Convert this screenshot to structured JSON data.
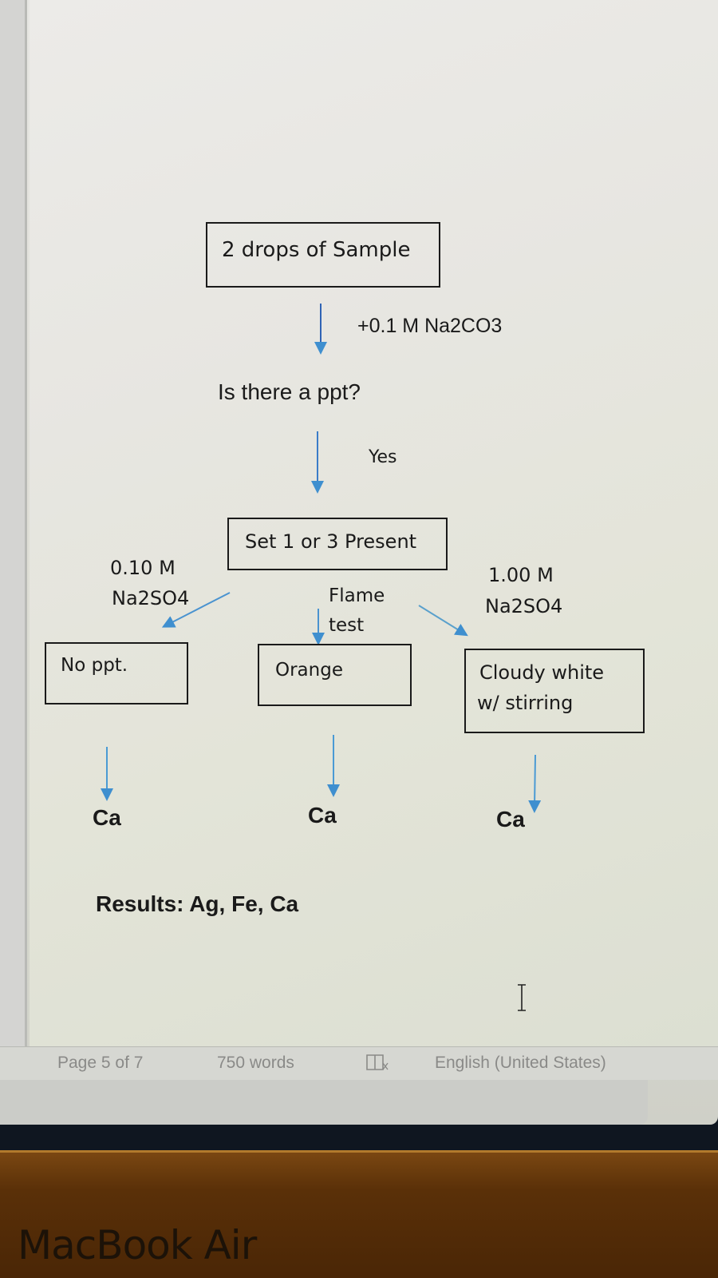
{
  "flowchart": {
    "start_box": "2 drops of Sample",
    "reagent_1": "+0.1 M Na2CO3",
    "question": "Is there a ppt?",
    "answer_yes": "Yes",
    "set_box": "Set 1 or 3 Present",
    "left_branch": {
      "reagent_line1": "0.10 M",
      "reagent_line2": "Na2SO4",
      "result_box": "No ppt.",
      "conclusion": "Ca"
    },
    "middle_branch": {
      "test_line1": "Flame",
      "test_line2": "test",
      "result_box": "Orange",
      "conclusion": "Ca"
    },
    "right_branch": {
      "reagent_line1": "1.00 M",
      "reagent_line2": "Na2SO4",
      "result_line1": "Cloudy white",
      "result_line2": "w/ stirring",
      "conclusion": "Ca"
    },
    "results": "Results: Ag, Fe, Ca",
    "arrow_color": "#3f8fcf"
  },
  "statusbar": {
    "page": "Page 5 of 7",
    "words": "750 words",
    "proofing_icon": "proofing-book-icon",
    "language": "English (United States)"
  },
  "device": {
    "brand": "MacBook Air",
    "bezel_color": "#5a3008"
  }
}
